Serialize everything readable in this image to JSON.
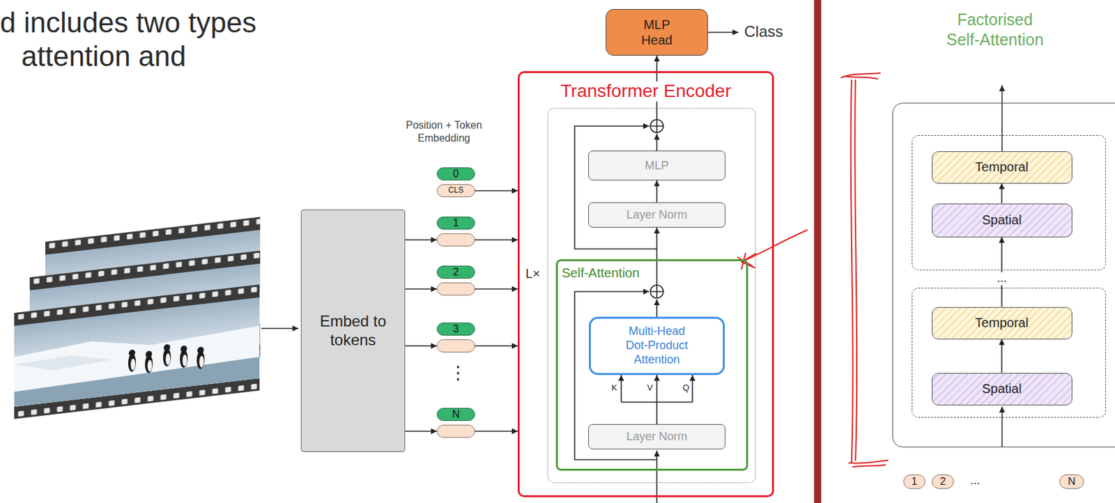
{
  "diagram": {
    "nodes": [
      {
        "text": [
          "Embed to tokens"
        ]
      },
      {
        "text": [
          "0",
          "CLS"
        ]
      },
      {
        "text": [
          "1"
        ]
      },
      {
        "text": [
          "2"
        ]
      },
      {
        "text": [
          "3"
        ]
      },
      {
        "text": [
          "N"
        ]
      },
      {
        "text": [
          "MLP Head"
        ]
      },
      {
        "text": [
          "Transformer Encoder"
        ]
      },
      {
        "text": [
          "MLP"
        ],
        "in": 7
      },
      {
        "text": [
          "Layer Norm"
        ],
        "in": 7
      },
      {
        "text": [
          "Self-Attention"
        ],
        "in": 7
      },
      {
        "text": [
          "Multi-Head Dot-Product Attention"
        ],
        "in": 10
      },
      {
        "text": [
          "Layer Norm"
        ],
        "in": 10
      },
      {
        "text": [
          "Factorised Self-Attention"
        ]
      },
      {
        "text": [
          "Temporal"
        ],
        "in": 13
      },
      {
        "text": [
          "Spatial"
        ],
        "in": 13
      },
      {
        "text": [
          "Temporal"
        ],
        "in": 13
      },
      {
        "text": [
          "Spatial"
        ],
        "in": 13
      },
      {
        "text": [
          "1"
        ]
      },
      {
        "text": [
          "2"
        ]
      },
      {
        "text": [
          "N"
        ]
      }
    ],
    "edges": [
      {
        "from": 0,
        "to": 2,
        "arrow": "to"
      },
      {
        "from": 0,
        "to": 3,
        "arrow": "to"
      },
      {
        "from": 0,
        "to": 4,
        "arrow": "to"
      },
      {
        "from": 0,
        "to": 5,
        "arrow": "to"
      },
      {
        "from": 1,
        "to": 7,
        "arrow": "to"
      },
      {
        "from": 2,
        "to": 7,
        "arrow": "to"
      },
      {
        "from": 3,
        "to": 7,
        "arrow": "to"
      },
      {
        "from": 4,
        "to": 7,
        "arrow": "to"
      },
      {
        "from": 5,
        "to": 7,
        "arrow": "to"
      },
      {
        "from": 7,
        "to": 6,
        "arrow": "to"
      },
      {
        "from": 9,
        "to": 8,
        "arrow": "to"
      },
      {
        "from": 10,
        "to": 9,
        "arrow": "to"
      },
      {
        "from": 12,
        "to": 11,
        "arrow": "to"
      },
      {
        "from": 15,
        "to": 14,
        "arrow": "to"
      },
      {
        "from": 16,
        "to": 15,
        "arrow": "to",
        "label": "..."
      },
      {
        "from": 17,
        "to": 16,
        "arrow": "to"
      }
    ],
    "labels": [
      "d includes two types",
      "attention and",
      "Position + Token Embedding",
      "⋮",
      "L×",
      "K",
      "V",
      "Q",
      "Class",
      "..."
    ]
  }
}
